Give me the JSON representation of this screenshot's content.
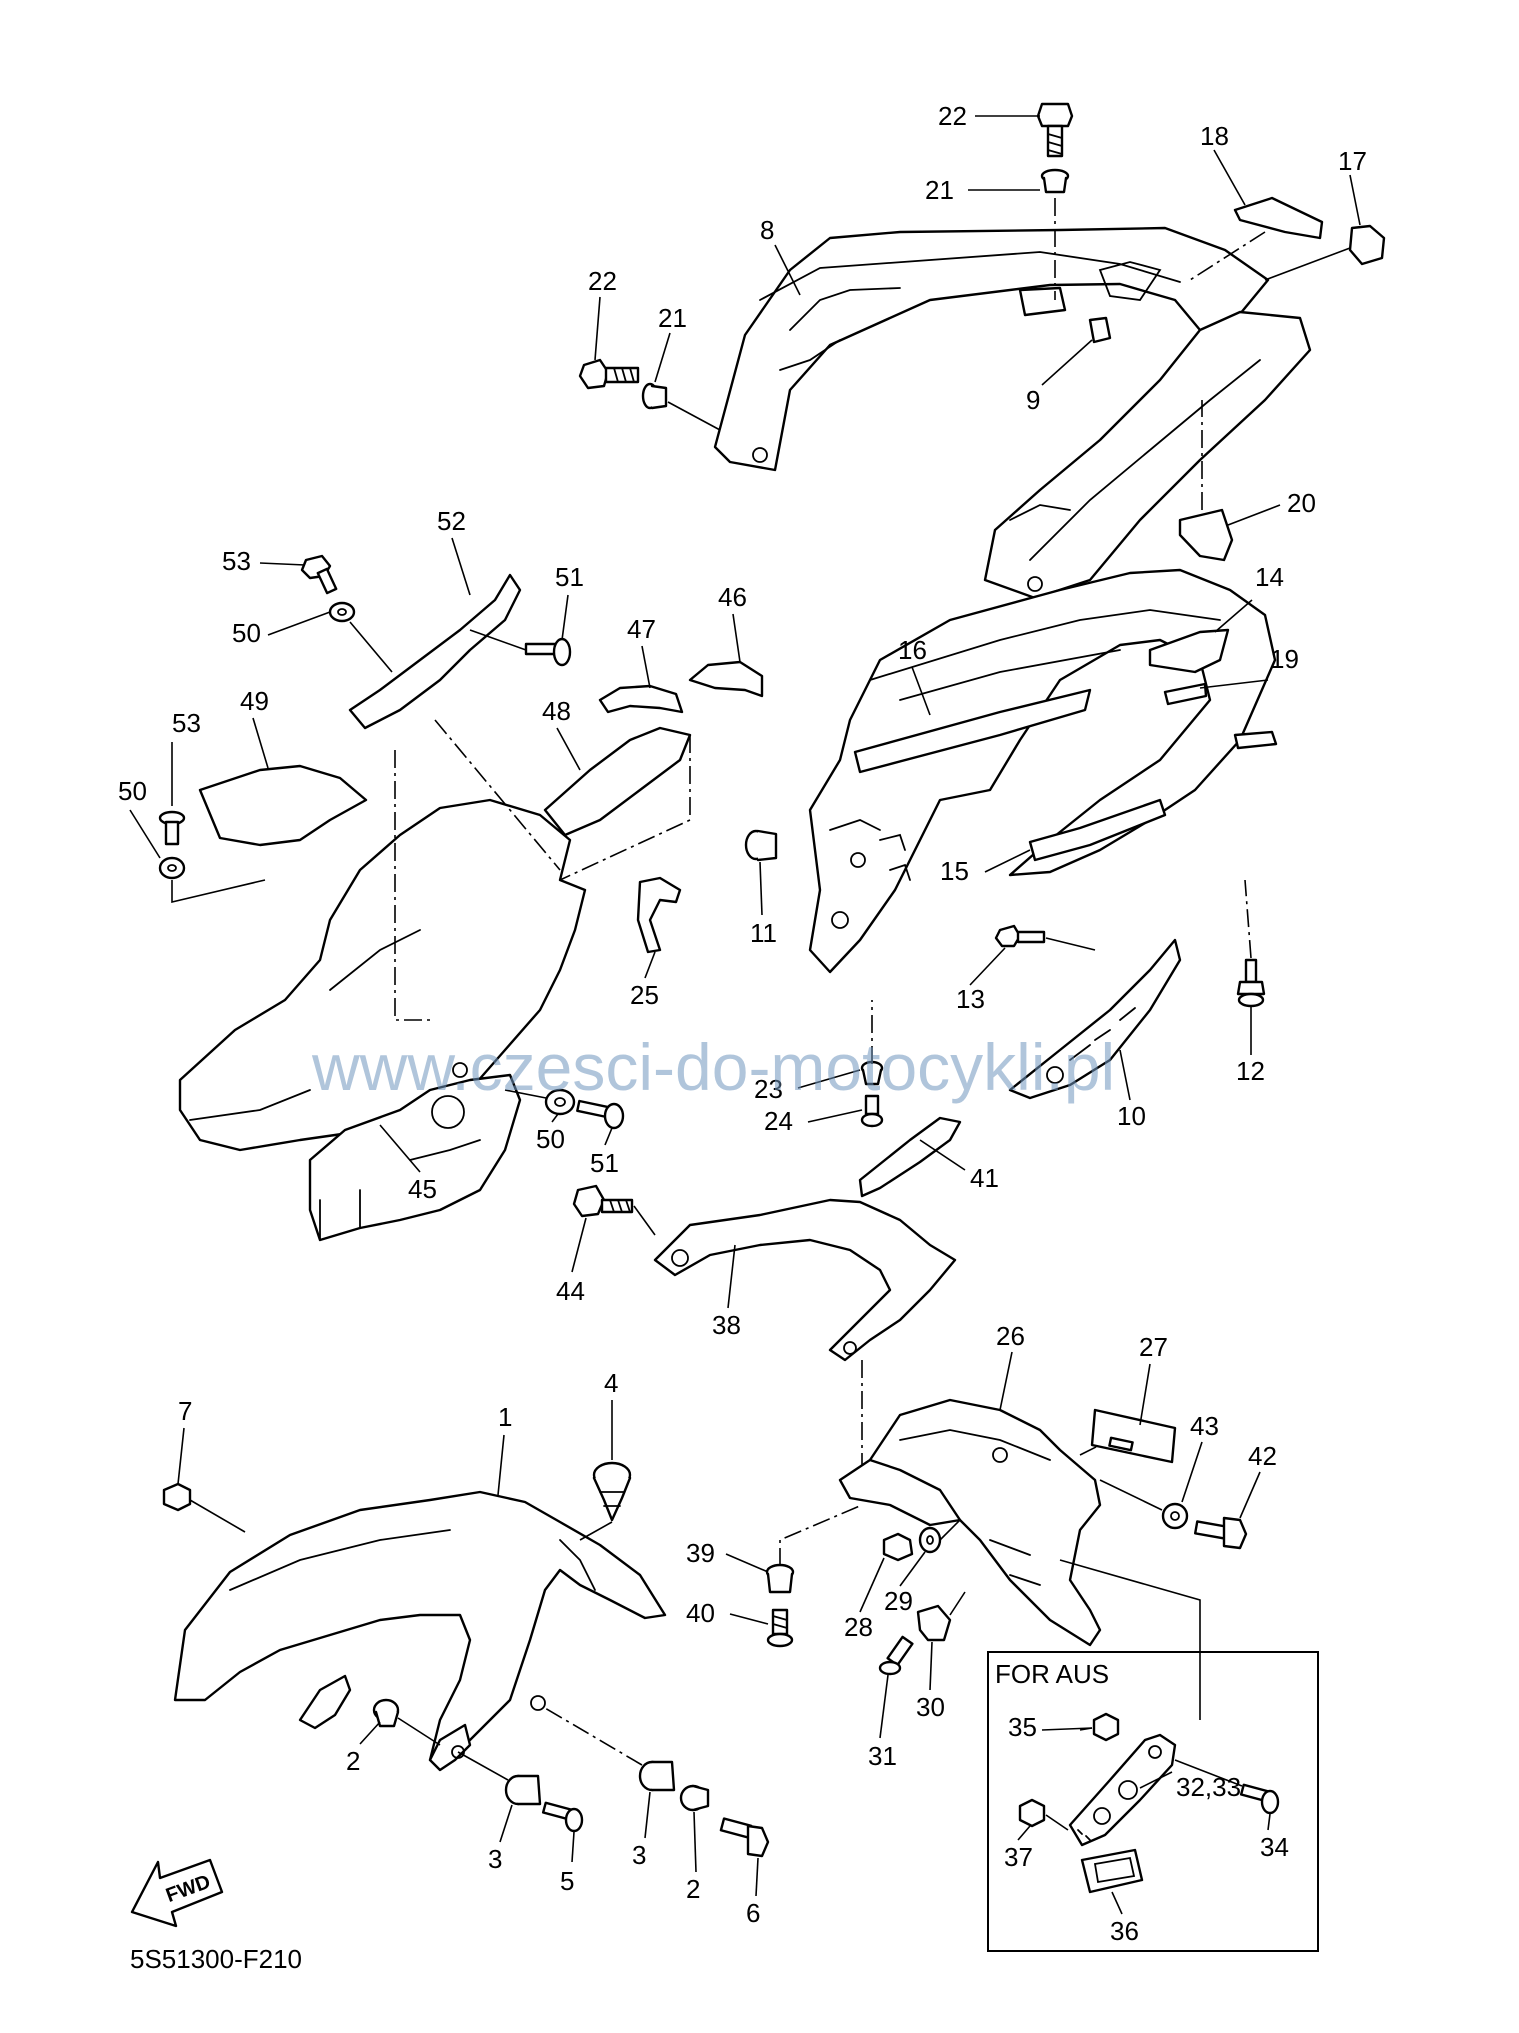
{
  "diagram": {
    "watermark": "www.czesci-do-motocykli.pl",
    "code": "5S51300-F210",
    "fwd": "FWD",
    "inset_title": "FOR AUS",
    "callouts": [
      {
        "id": "c22a",
        "label": "22"
      },
      {
        "id": "c21a",
        "label": "21"
      },
      {
        "id": "c18",
        "label": "18"
      },
      {
        "id": "c17",
        "label": "17"
      },
      {
        "id": "c8",
        "label": "8"
      },
      {
        "id": "c22b",
        "label": "22"
      },
      {
        "id": "c21b",
        "label": "21"
      },
      {
        "id": "c9",
        "label": "9"
      },
      {
        "id": "c20",
        "label": "20"
      },
      {
        "id": "c52",
        "label": "52"
      },
      {
        "id": "c53a",
        "label": "53"
      },
      {
        "id": "c51a",
        "label": "51"
      },
      {
        "id": "c50a",
        "label": "50"
      },
      {
        "id": "c47",
        "label": "47"
      },
      {
        "id": "c46",
        "label": "46"
      },
      {
        "id": "c14",
        "label": "14"
      },
      {
        "id": "c16",
        "label": "16"
      },
      {
        "id": "c19",
        "label": "19"
      },
      {
        "id": "c49",
        "label": "49"
      },
      {
        "id": "c48",
        "label": "48"
      },
      {
        "id": "c53b",
        "label": "53"
      },
      {
        "id": "c50b",
        "label": "50"
      },
      {
        "id": "c11",
        "label": "11"
      },
      {
        "id": "c15",
        "label": "15"
      },
      {
        "id": "c25",
        "label": "25"
      },
      {
        "id": "c13",
        "label": "13"
      },
      {
        "id": "c12",
        "label": "12"
      },
      {
        "id": "c23",
        "label": "23"
      },
      {
        "id": "c24",
        "label": "24"
      },
      {
        "id": "c10",
        "label": "10"
      },
      {
        "id": "c50c",
        "label": "50"
      },
      {
        "id": "c51b",
        "label": "51"
      },
      {
        "id": "c45",
        "label": "45"
      },
      {
        "id": "c41",
        "label": "41"
      },
      {
        "id": "c44",
        "label": "44"
      },
      {
        "id": "c38",
        "label": "38"
      },
      {
        "id": "c26",
        "label": "26"
      },
      {
        "id": "c27",
        "label": "27"
      },
      {
        "id": "c4",
        "label": "4"
      },
      {
        "id": "c7",
        "label": "7"
      },
      {
        "id": "c1",
        "label": "1"
      },
      {
        "id": "c43",
        "label": "43"
      },
      {
        "id": "c42",
        "label": "42"
      },
      {
        "id": "c39",
        "label": "39"
      },
      {
        "id": "c40",
        "label": "40"
      },
      {
        "id": "c28",
        "label": "28"
      },
      {
        "id": "c29",
        "label": "29"
      },
      {
        "id": "c30",
        "label": "30"
      },
      {
        "id": "c31",
        "label": "31"
      },
      {
        "id": "c35",
        "label": "35"
      },
      {
        "id": "c32",
        "label": "32,33"
      },
      {
        "id": "c34",
        "label": "34"
      },
      {
        "id": "c37",
        "label": "37"
      },
      {
        "id": "c36",
        "label": "36"
      },
      {
        "id": "c2a",
        "label": "2"
      },
      {
        "id": "c3a",
        "label": "3"
      },
      {
        "id": "c5",
        "label": "5"
      },
      {
        "id": "c3b",
        "label": "3"
      },
      {
        "id": "c2b",
        "label": "2"
      },
      {
        "id": "c6",
        "label": "6"
      }
    ]
  }
}
